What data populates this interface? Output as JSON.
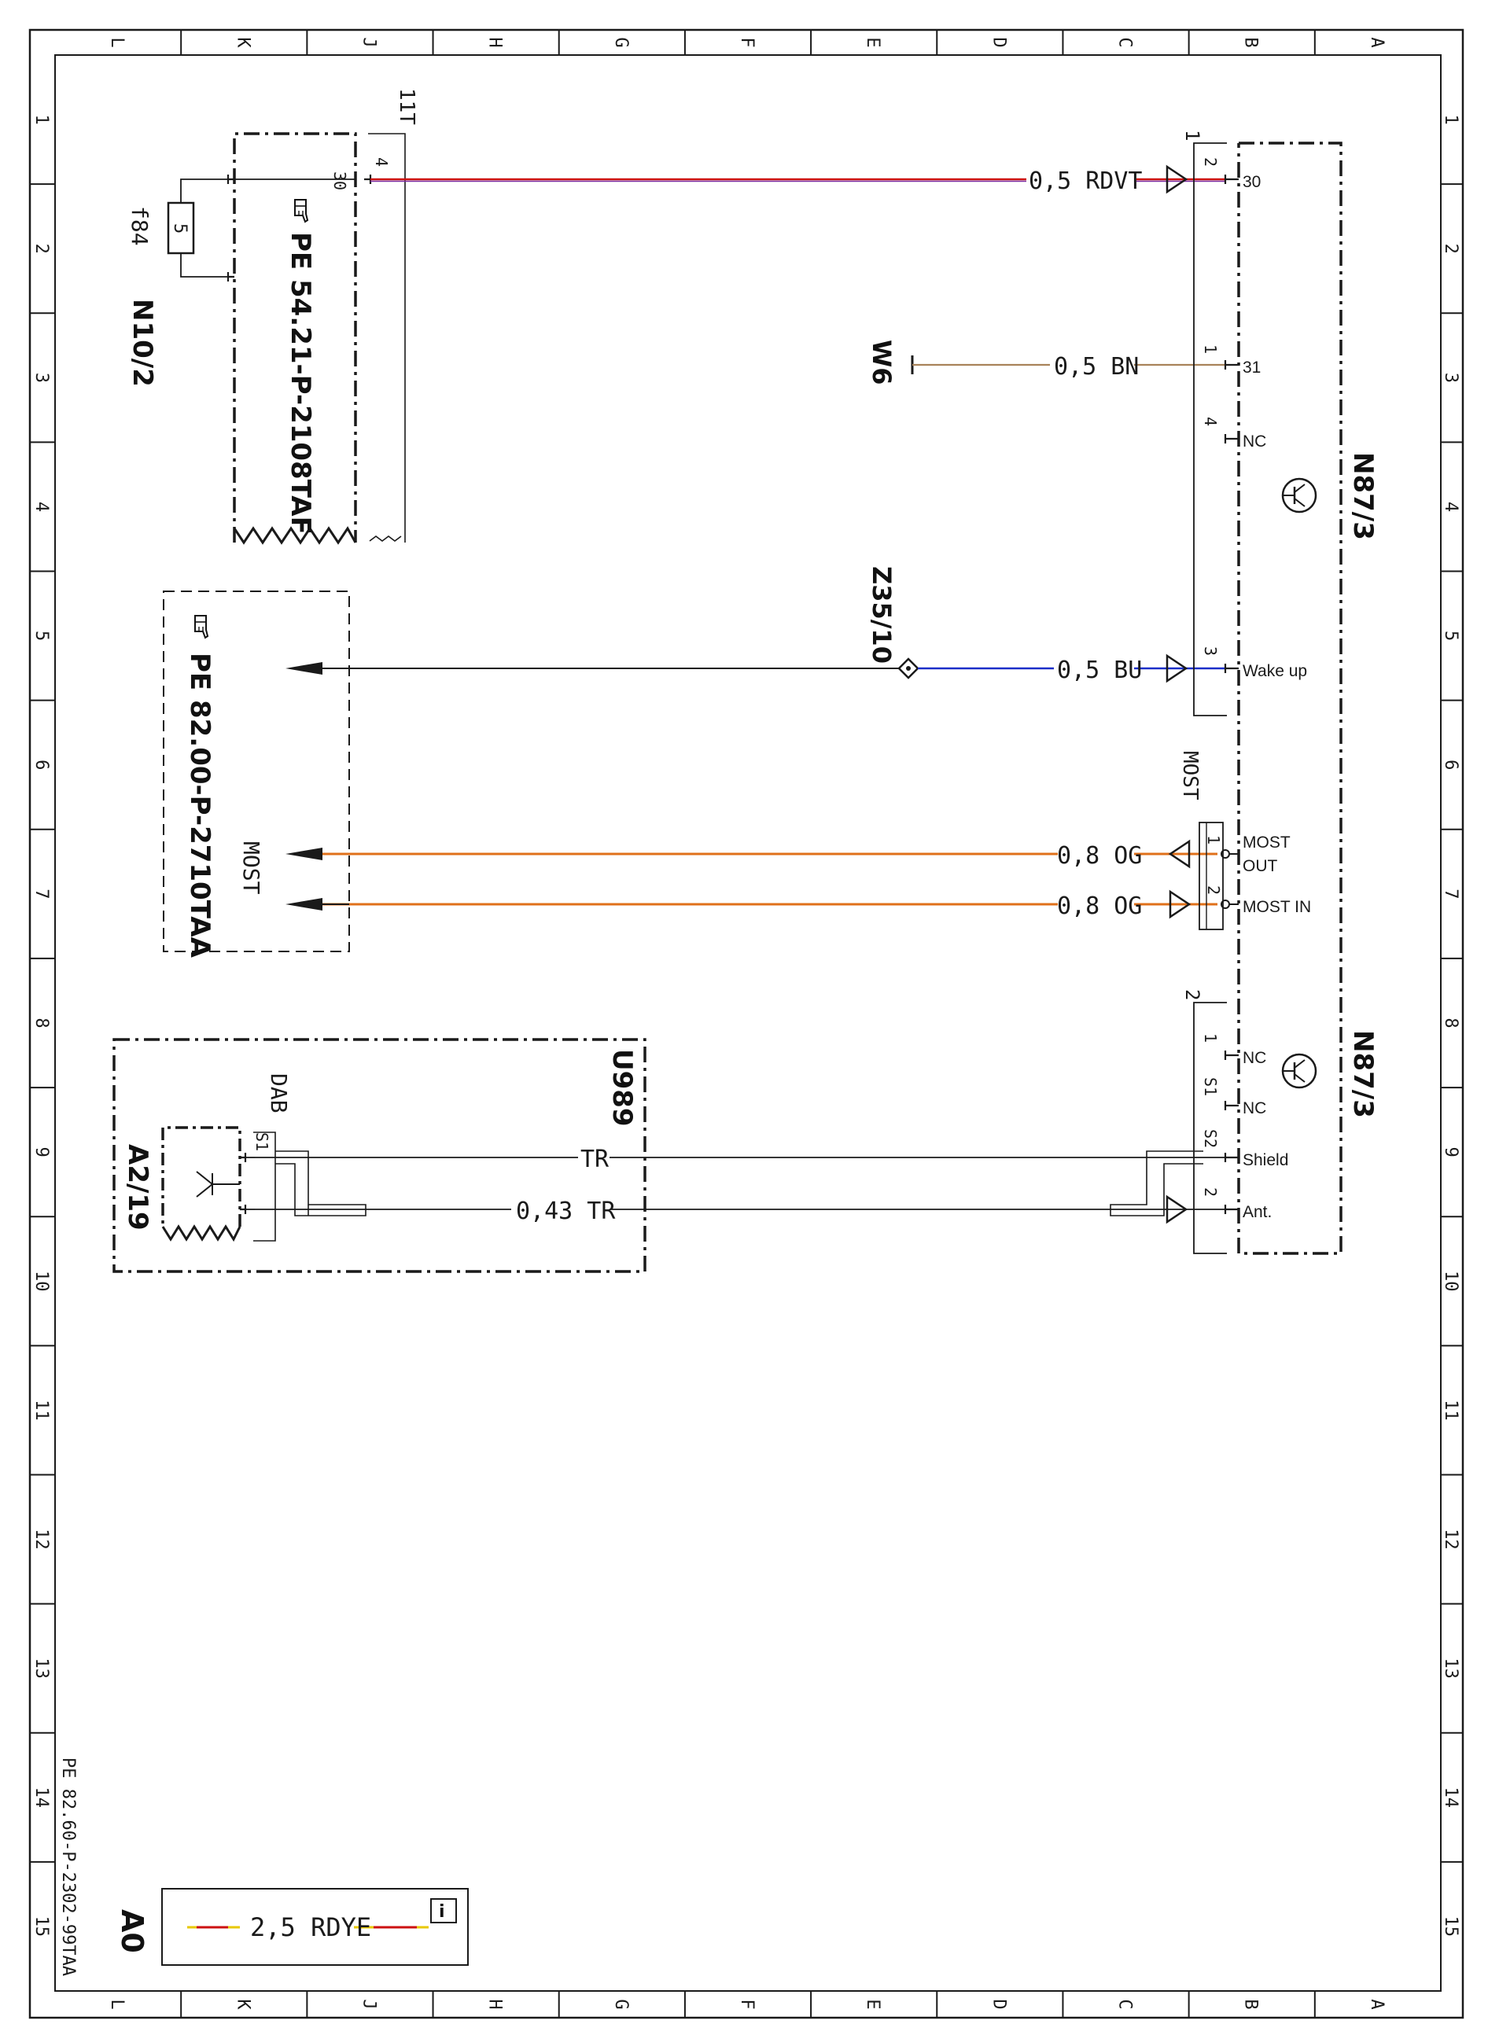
{
  "frame": {
    "column_letters": [
      "L",
      "K",
      "J",
      "H",
      "G",
      "F",
      "E",
      "D",
      "C",
      "B",
      "A"
    ],
    "row_numbers": [
      "1",
      "2",
      "3",
      "4",
      "5",
      "6",
      "7",
      "8",
      "9",
      "10",
      "11",
      "12",
      "13",
      "14",
      "15"
    ],
    "document_code": "PE 82.60-P-2302-99TAA",
    "sheet_size": "A0"
  },
  "components": {
    "n10_2": "N10/2",
    "fuse_name": "f84",
    "fuse_value": "5",
    "n10_2_ref": "PE 54.21-P-2108TAF",
    "n10_2_pin": "30",
    "n10_2_connector": "11T",
    "n10_2_connector_pin": "4",
    "most_ref": "PE 82.00-P-2710TAA",
    "most_ref_label": "MOST",
    "w6": "W6",
    "z35_10": "Z35/10",
    "n87_3_top": "N87/3",
    "n87_3_bottom": "N87/3",
    "u989": "U989",
    "a2_19": "A2/19",
    "dab": "DAB",
    "a2_19_shield_pin": "S1"
  },
  "connectors": {
    "top_connector_id": "1",
    "most_connector_id": "MOST",
    "lower_connector_id": "2"
  },
  "pins_top": [
    {
      "pin": "2",
      "label": "30"
    },
    {
      "pin": "1",
      "label": "31"
    },
    {
      "pin": "4",
      "label": "NC"
    },
    {
      "pin": "3",
      "label": "Wake up"
    }
  ],
  "pins_most": [
    {
      "pin": "1",
      "label_line1": "MOST",
      "label_line2": "OUT"
    },
    {
      "pin": "2",
      "label_line1": "MOST IN",
      "label_line2": ""
    }
  ],
  "pins_lower": [
    {
      "pin": "1",
      "label": "NC"
    },
    {
      "pin": "S1",
      "label": "NC"
    },
    {
      "pin": "S2",
      "label": "Shield"
    },
    {
      "pin": "2",
      "label": "Ant."
    }
  ],
  "wires": {
    "w30": "0,5 RDVT",
    "w31": "0,5 BN",
    "wwake": "0,5 BU",
    "wmost_out": "0,8 OG",
    "wmost_in": "0,8 OG",
    "wshield": "TR",
    "want": "0,43 TR"
  },
  "legend": {
    "wire_label": "2,5 RDYE",
    "info_glyph": "i"
  },
  "colors": {
    "line": "#1a1a1a",
    "red": "#cc1111",
    "violet": "#7a2aa0",
    "brown": "#a8835a",
    "blue": "#1c2fc8",
    "orange": "#e0701a",
    "yellow": "#e8c800"
  }
}
